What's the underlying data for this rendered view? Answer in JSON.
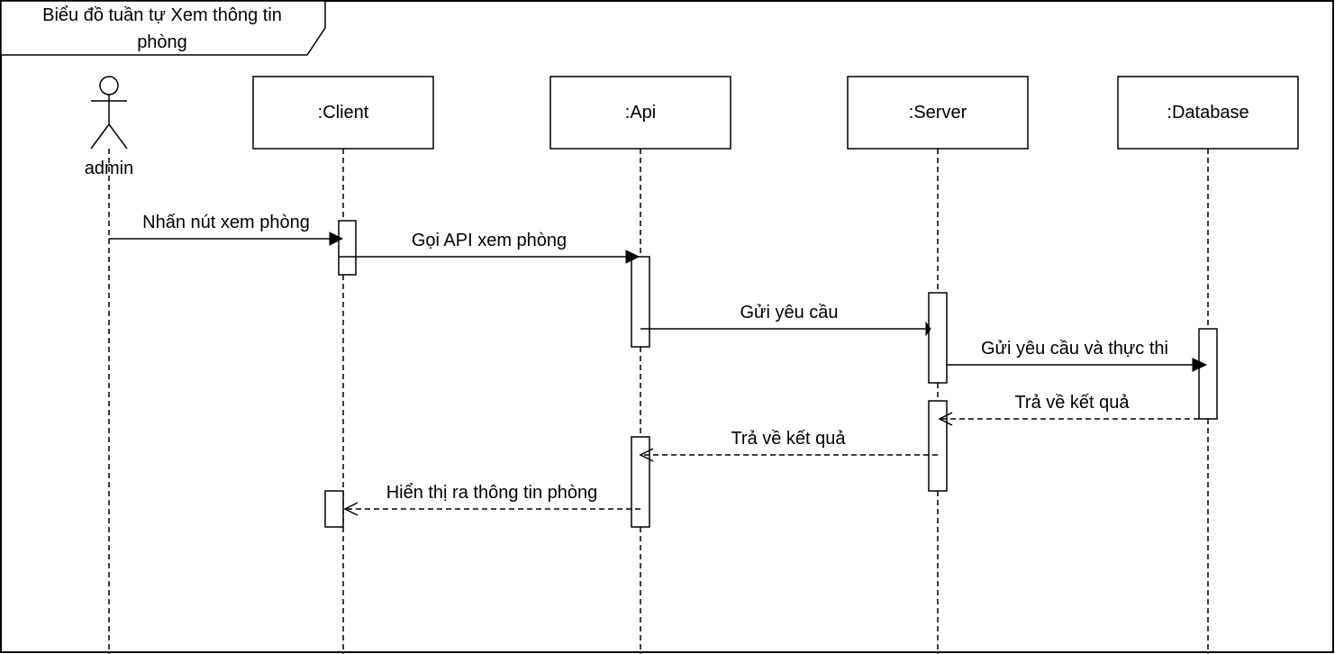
{
  "frame": {
    "title_line1": "Biểu đồ tuần tự Xem thông tin",
    "title_line2": "phòng"
  },
  "actor": {
    "label": "admin"
  },
  "lifelines": [
    {
      "label": ":Client"
    },
    {
      "label": ":Api"
    },
    {
      "label": ":Server"
    },
    {
      "label": ":Database"
    }
  ],
  "messages": [
    {
      "label": "Nhấn nút xem phòng",
      "kind": "sync"
    },
    {
      "label": "Gọi API xem phòng",
      "kind": "sync"
    },
    {
      "label": "Gửi yêu cầu",
      "kind": "sync"
    },
    {
      "label": "Gửi yêu cầu và thực thi",
      "kind": "sync"
    },
    {
      "label": "Trả về kết quả",
      "kind": "return"
    },
    {
      "label": "Trả về kết quả",
      "kind": "return"
    },
    {
      "label": "Hiển thị ra thông tin phòng",
      "kind": "return"
    }
  ],
  "colors": {
    "line": "#000000",
    "background": "#ffffff"
  }
}
